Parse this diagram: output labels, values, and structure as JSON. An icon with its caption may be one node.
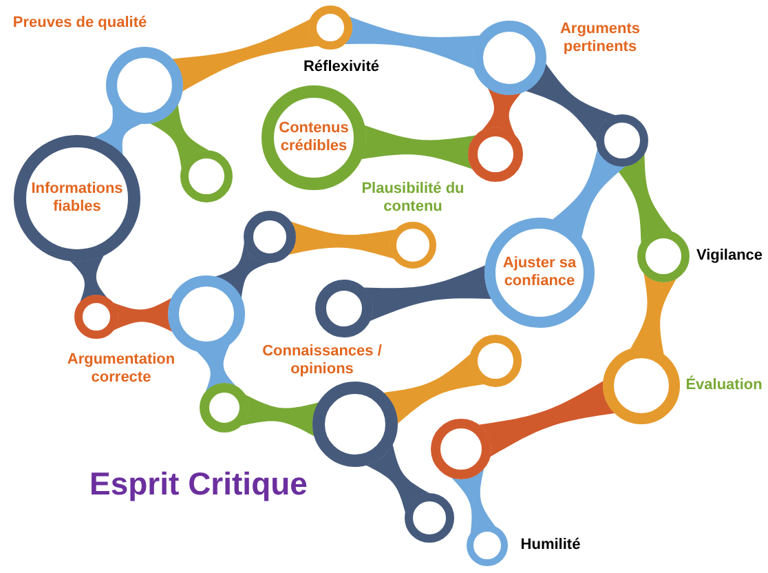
{
  "diagram": {
    "title": "Esprit Critique",
    "nodes": [
      {
        "text": [
          "Réflexivité"
        ]
      },
      {
        "text": [
          "Arguments pertinents"
        ]
      },
      {
        "text": [
          "Preuves de qualité"
        ]
      },
      {
        "text": [
          "Contenus crédibles"
        ]
      },
      {
        "text": [],
        "shape": "circle"
      },
      {
        "text": [],
        "shape": "circle"
      },
      {
        "text": [],
        "shape": "circle"
      },
      {
        "text": [
          "Informations fiables"
        ]
      },
      {
        "text": [
          "Plausibilité du contenu"
        ]
      },
      {
        "text": [],
        "shape": "circle"
      },
      {
        "text": [
          "Vigilance"
        ]
      },
      {
        "text": [
          "Ajuster sa confiance"
        ]
      },
      {
        "text": [],
        "shape": "circle"
      },
      {
        "text": [],
        "shape": "circle"
      },
      {
        "text": [
          "Argumentation correcte"
        ]
      },
      {
        "text": [],
        "shape": "circle"
      },
      {
        "text": [
          "Évaluation"
        ]
      },
      {
        "text": [],
        "shape": "circle"
      },
      {
        "text": [
          "Connaissances / opinions"
        ]
      },
      {
        "text": [],
        "shape": "circle"
      },
      {
        "text": [],
        "shape": "circle"
      },
      {
        "text": [
          "Humilité"
        ]
      }
    ],
    "edges": [
      {
        "from": 0,
        "to": 2,
        "arrow": "none",
        "color": "#e59a2d"
      },
      {
        "from": 0,
        "to": 1,
        "arrow": "none",
        "color": "#6fa8dc"
      },
      {
        "from": 2,
        "to": 7,
        "arrow": "none",
        "color": "#6fa8dc"
      },
      {
        "from": 2,
        "to": 6,
        "arrow": "none",
        "color": "#78a935"
      },
      {
        "from": 1,
        "to": 5,
        "arrow": "none",
        "color": "#d15a2d"
      },
      {
        "from": 3,
        "to": 5,
        "arrow": "none",
        "color": "#78a935"
      },
      {
        "from": 1,
        "to": 4,
        "arrow": "none",
        "color": "#465a7c"
      },
      {
        "from": 4,
        "to": 10,
        "arrow": "none",
        "color": "#78a935"
      },
      {
        "from": 4,
        "to": 11,
        "arrow": "none",
        "color": "#6fa8dc"
      },
      {
        "from": 7,
        "to": 13,
        "arrow": "none",
        "color": "#465a7c"
      },
      {
        "from": 8,
        "to": 9,
        "arrow": "none",
        "color": "#e59a2d"
      },
      {
        "from": 9,
        "to": 14,
        "arrow": "none",
        "color": "#465a7c"
      },
      {
        "from": 13,
        "to": 14,
        "arrow": "none",
        "color": "#d15a2d"
      },
      {
        "from": 11,
        "to": 12,
        "arrow": "none",
        "color": "#465a7c"
      },
      {
        "from": 10,
        "to": 16,
        "arrow": "none",
        "color": "#e59a2d"
      },
      {
        "from": 14,
        "to": 17,
        "arrow": "none",
        "color": "#6fa8dc"
      },
      {
        "from": 17,
        "to": 18,
        "arrow": "none",
        "color": "#78a935"
      },
      {
        "from": 15,
        "to": 18,
        "arrow": "none",
        "color": "#e59a2d"
      },
      {
        "from": 18,
        "to": 20,
        "arrow": "none",
        "color": "#465a7c"
      },
      {
        "from": 16,
        "to": 19,
        "arrow": "none",
        "color": "#d15a2d"
      },
      {
        "from": 19,
        "to": 21,
        "arrow": "none",
        "color": "#6fa8dc"
      }
    ]
  }
}
